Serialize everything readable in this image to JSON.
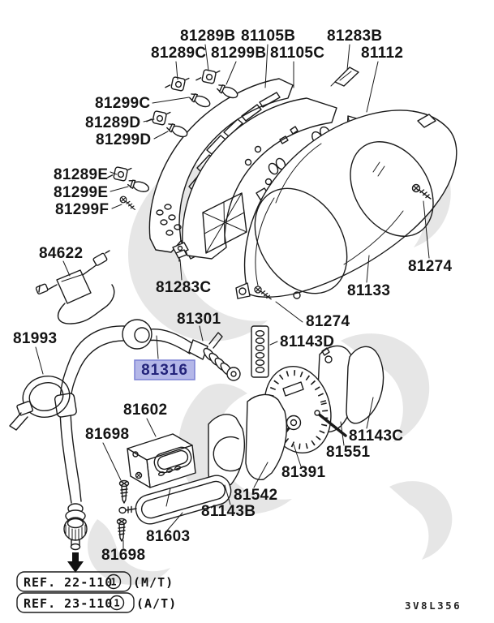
{
  "page": {
    "background": "#ffffff"
  },
  "diagram_code": "3V8L356",
  "colors": {
    "line": "#1a1a1a",
    "watermark": "#cdcdcd",
    "highlight_fill": "#b4b7e8",
    "highlight_border": "#7b80d4",
    "highlight_text": "#23237a"
  },
  "selected_part": {
    "text": "81316"
  },
  "labels": [
    {
      "text": "81289B"
    },
    {
      "text": "81105B"
    },
    {
      "text": "81283B"
    },
    {
      "text": "81289C"
    },
    {
      "text": "81299B"
    },
    {
      "text": "81105C"
    },
    {
      "text": "81112"
    },
    {
      "text": "81299C"
    },
    {
      "text": "81289D"
    },
    {
      "text": "81299D"
    },
    {
      "text": "81289E"
    },
    {
      "text": "81299E"
    },
    {
      "text": "81299F"
    },
    {
      "text": "84622"
    },
    {
      "text": "81283C"
    },
    {
      "text": "81274"
    },
    {
      "text": "81133"
    },
    {
      "text": "81301"
    },
    {
      "text": "81274"
    },
    {
      "text": "81143D"
    },
    {
      "text": "81993"
    },
    {
      "text": "81602"
    },
    {
      "text": "81698"
    },
    {
      "text": "81143C"
    },
    {
      "text": "81551"
    },
    {
      "text": "81391"
    },
    {
      "text": "81542"
    },
    {
      "text": "81143B"
    },
    {
      "text": "81603"
    },
    {
      "text": "81698"
    }
  ],
  "ref_notes": [
    {
      "ref": "REF. 22-110",
      "circle": "1",
      "suffix": "(M/T)"
    },
    {
      "ref": "REF. 23-110",
      "circle": "1",
      "suffix": "(A/T)"
    }
  ]
}
